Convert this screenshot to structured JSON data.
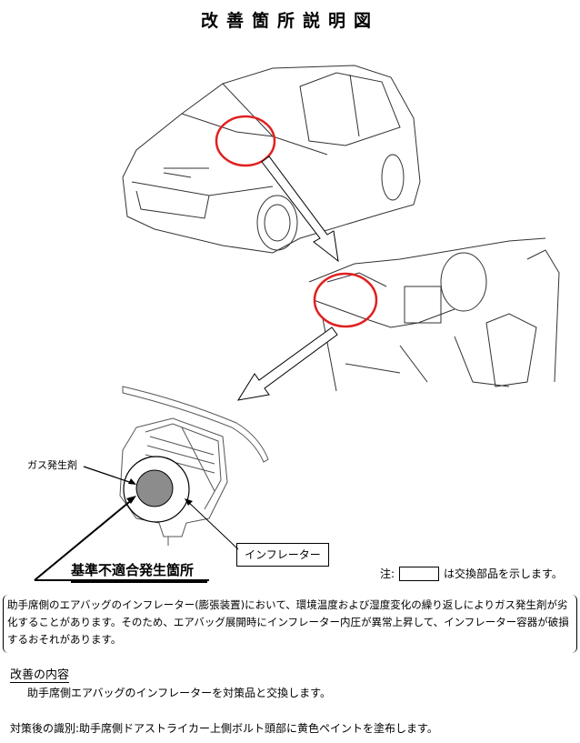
{
  "title": "改善箇所説明図",
  "labels": {
    "gas_generant": "ガス発生剤",
    "inflator": "インフレーター",
    "defect_location": "基準不適合発生箇所"
  },
  "note": {
    "prefix": "注:",
    "suffix": "は交換部品を示します。"
  },
  "description": "助手席側のエアバッグのインフレーター(膨張装置)において、環境温度および湿度変化の繰り返しによりガス発生剤が劣化することがあります。そのため、エアバッグ展開時にインフレーター内圧が異常上昇して、インフレーター容器が破損するおそれがあります。",
  "fix": {
    "heading": "改善の内容",
    "text": "助手席側エアバッグのインフレーターを対策品と交換します。"
  },
  "identification": "対策後の識別:助手席側ドアストライカー上側ボルト頭部に黄色ペイントを塗布します。",
  "colors": {
    "highlight": "#e02020",
    "generant": "#8c8c8c"
  }
}
